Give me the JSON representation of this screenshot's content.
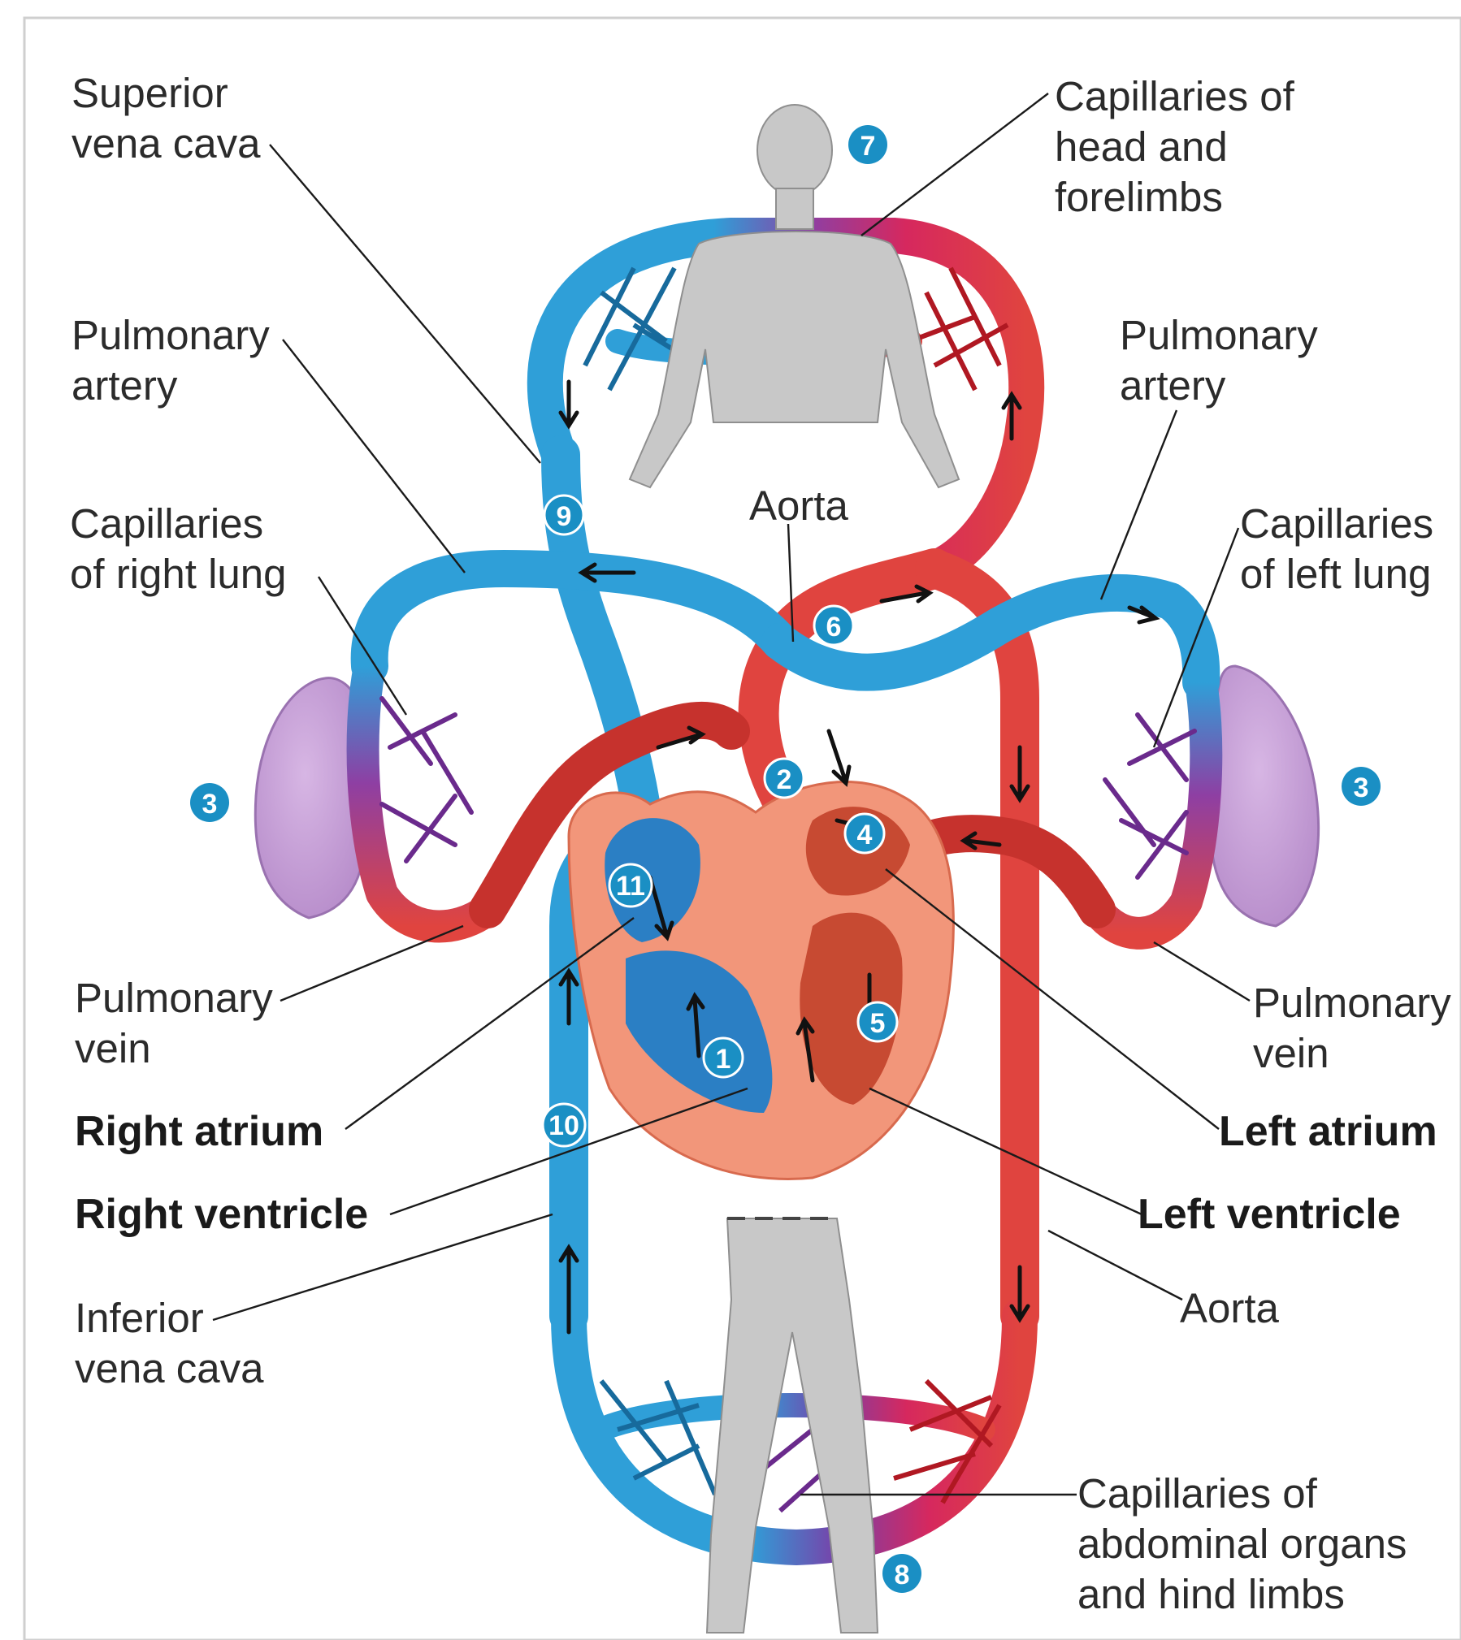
{
  "labels": {
    "superior_vena_cava": [
      "Superior",
      "vena cava"
    ],
    "capillaries_head": [
      "Capillaries of",
      "head and",
      "forelimbs"
    ],
    "pulmonary_artery_left_side": [
      "Pulmonary",
      "artery"
    ],
    "pulmonary_artery_right_side": [
      "Pulmonary",
      "artery"
    ],
    "aorta_top": "Aorta",
    "capillaries_right_lung": [
      "Capillaries",
      "of right lung"
    ],
    "capillaries_left_lung": [
      "Capillaries",
      "of left lung"
    ],
    "pulmonary_vein_left_side": [
      "Pulmonary",
      "vein"
    ],
    "pulmonary_vein_right_side": [
      "Pulmonary",
      "vein"
    ],
    "right_atrium": "Right atrium",
    "left_atrium": "Left atrium",
    "right_ventricle": "Right ventricle",
    "left_ventricle": "Left ventricle",
    "inferior_vena_cava": [
      "Inferior",
      "vena cava"
    ],
    "aorta_bottom": "Aorta",
    "capillaries_abdominal": [
      "Capillaries of",
      "abdominal organs",
      "and hind limbs"
    ]
  },
  "steps": [
    "1",
    "2",
    "3",
    "3",
    "4",
    "5",
    "6",
    "7",
    "8",
    "9",
    "10",
    "11"
  ],
  "colors": {
    "oxygen_poor": "#2f9fd8",
    "oxygen_rich": "#e0443f",
    "capillary_mix": "#8e3fa3",
    "lung": "#c59bd6",
    "body_silhouette": "#c8c8c8",
    "heart": "#f2967a",
    "step_badge": "#1a8fc4"
  }
}
